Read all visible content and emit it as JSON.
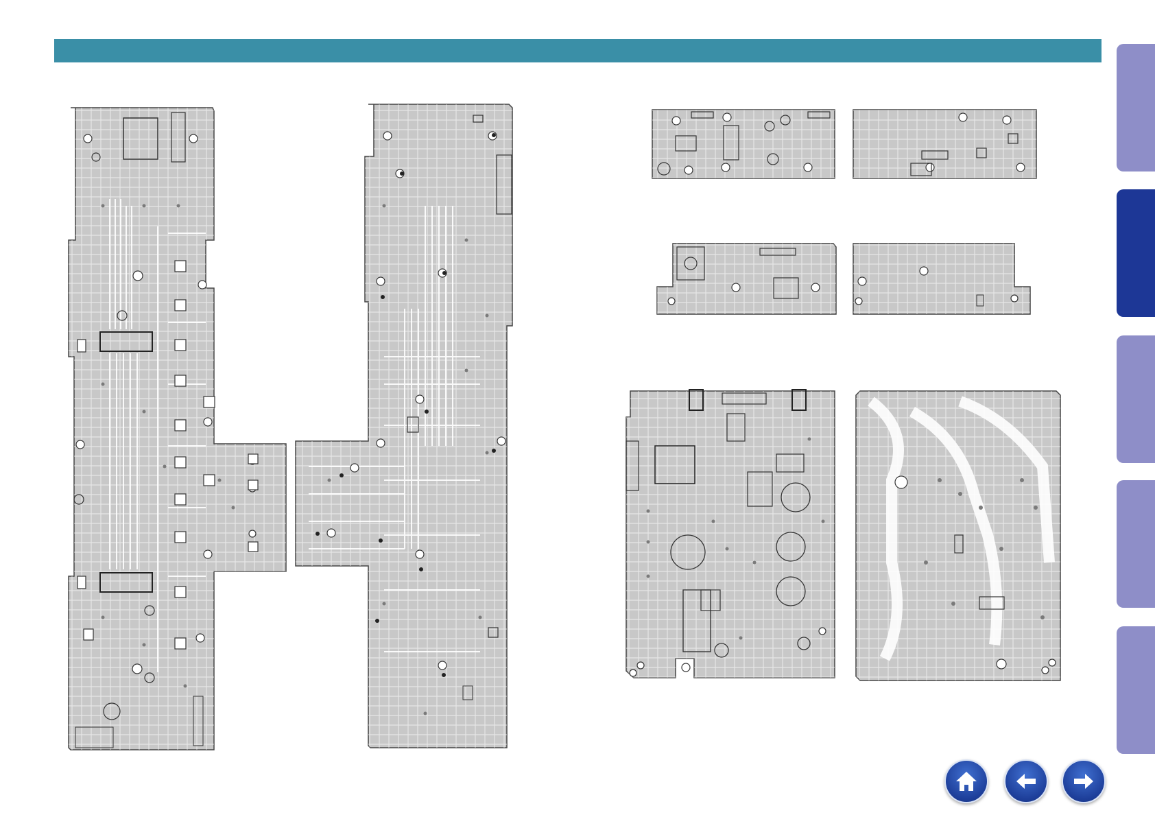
{
  "header": {
    "color": "#3a8fa7"
  },
  "side_tabs": {
    "inactive_color": "#8e8ec8",
    "active_color": "#1d3796",
    "items": [
      {
        "name": "tab-1",
        "active": false
      },
      {
        "name": "tab-2",
        "active": true
      },
      {
        "name": "tab-3",
        "active": false
      },
      {
        "name": "tab-4",
        "active": false
      },
      {
        "name": "tab-5",
        "active": false
      }
    ]
  },
  "board_colors": {
    "fill": "#c8c8c8",
    "trace": "#ffffff",
    "outline": "#444444",
    "pad": "#7a7a7a"
  },
  "nav": [
    {
      "name": "home-button",
      "icon": "home-icon"
    },
    {
      "name": "back-button",
      "icon": "arrow-left-icon"
    },
    {
      "name": "forward-button",
      "icon": "arrow-right-icon"
    }
  ]
}
